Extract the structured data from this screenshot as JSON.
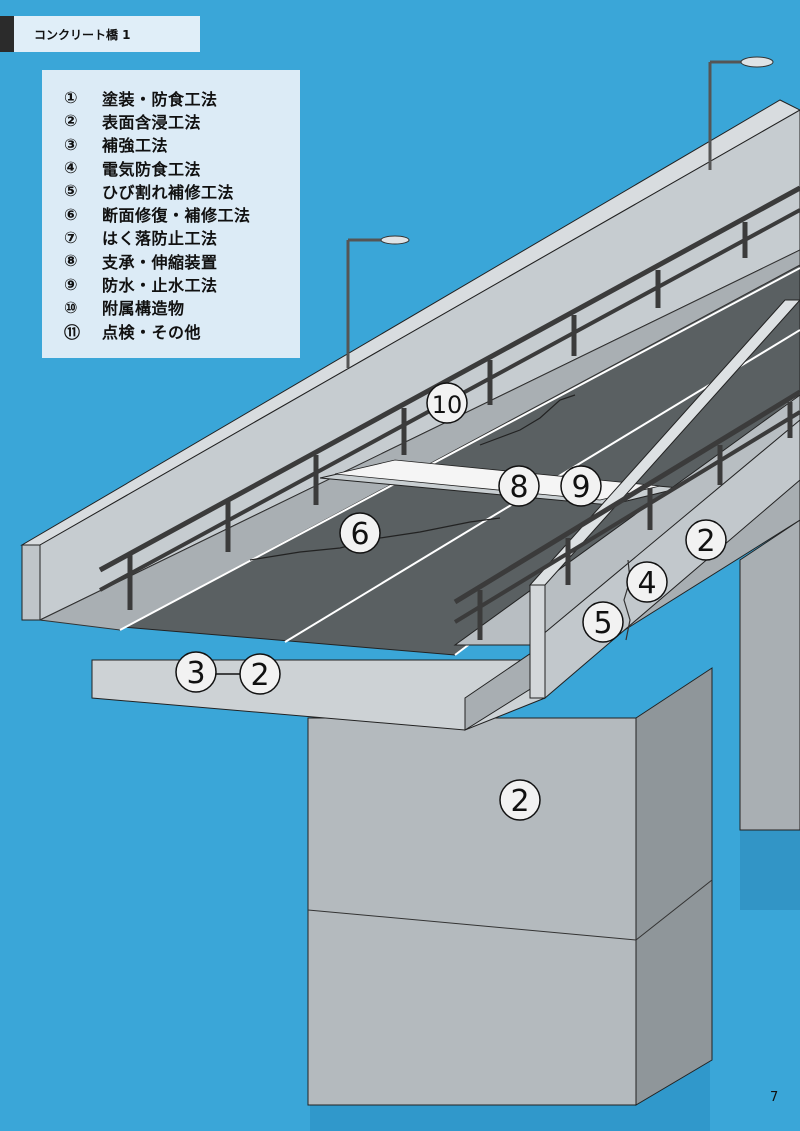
{
  "header": {
    "title": "コンクリート橋 1"
  },
  "legend": {
    "items": [
      {
        "num": "①",
        "label": "塗装・防食工法"
      },
      {
        "num": "②",
        "label": "表面含浸工法"
      },
      {
        "num": "③",
        "label": "補強工法"
      },
      {
        "num": "④",
        "label": "電気防食工法"
      },
      {
        "num": "⑤",
        "label": "ひび割れ補修工法"
      },
      {
        "num": "⑥",
        "label": "断面修復・補修工法"
      },
      {
        "num": "⑦",
        "label": "はく落防止工法"
      },
      {
        "num": "⑧",
        "label": "支承・伸縮装置"
      },
      {
        "num": "⑨",
        "label": "防水・止水工法"
      },
      {
        "num": "⑩",
        "label": "附属構造物"
      },
      {
        "num": "⑪",
        "label": "点検・その他"
      }
    ]
  },
  "markers": {
    "m10": "10",
    "m8": "8",
    "m9": "9",
    "m6": "6",
    "m2_wall": "2",
    "m4": "4",
    "m5": "5",
    "m3": "3",
    "m2_bottom": "2",
    "m2_pier": "2"
  },
  "page_number": "7",
  "colors": {
    "background": "#3aa6d8",
    "concrete": "#c6ccd0",
    "asphalt": "#585e60",
    "pier": "#b0b6ba",
    "rail": "#3b3b3b"
  }
}
